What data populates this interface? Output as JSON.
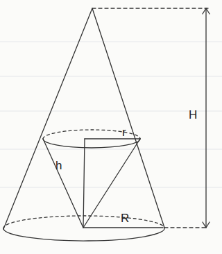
{
  "diagram": {
    "labels": [
      "r",
      "h",
      "H",
      "R"
    ]
  }
}
